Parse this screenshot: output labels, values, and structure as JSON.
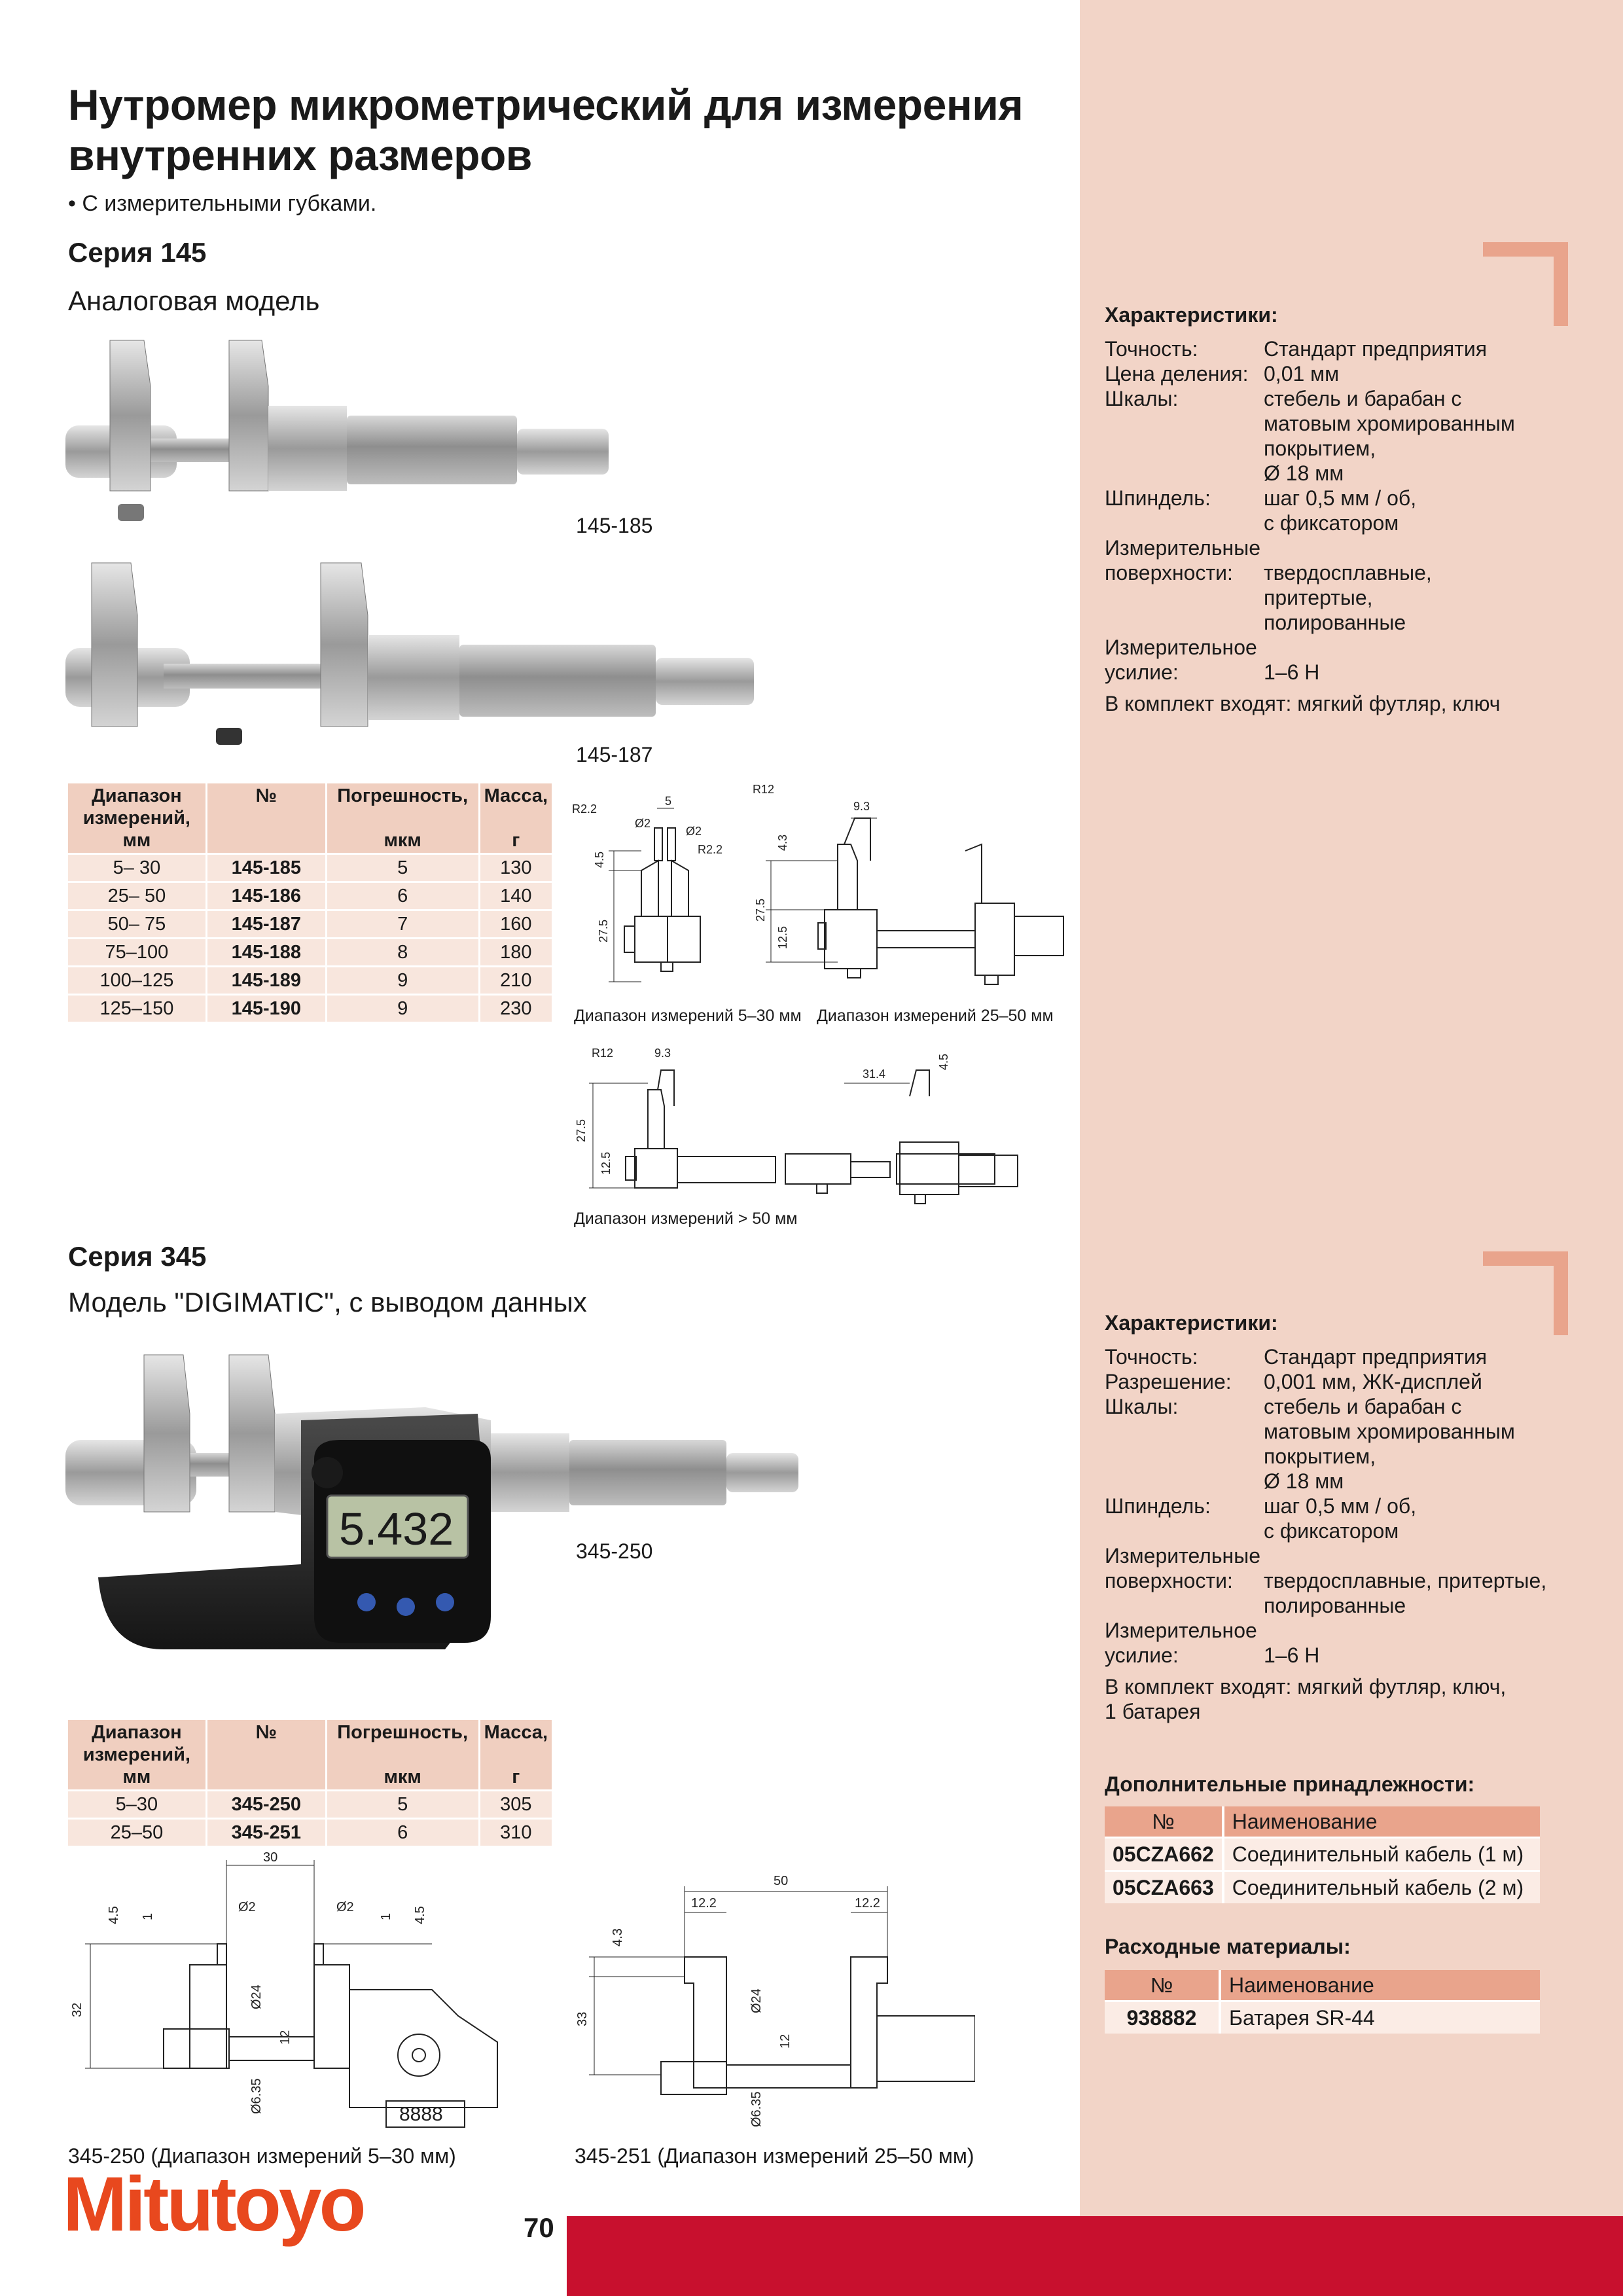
{
  "title": "Нутромер микрометрический для измерения внутренних размеров",
  "bullet": "• С измерительными губками.",
  "s145": {
    "series": "Серия 145",
    "model": "Аналоговая модель",
    "img1": "145-185",
    "img2": "145-187",
    "table": {
      "headers": [
        "Диапазон измерений, мм",
        "№",
        "Погрешность,",
        "Масса,"
      ],
      "units": [
        "",
        "",
        "мкм",
        "г"
      ],
      "rows": [
        [
          "5– 30",
          "145-185",
          "5",
          "130"
        ],
        [
          "25– 50",
          "145-186",
          "6",
          "140"
        ],
        [
          "50– 75",
          "145-187",
          "7",
          "160"
        ],
        [
          "75–100",
          "145-188",
          "8",
          "180"
        ],
        [
          "100–125",
          "145-189",
          "9",
          "210"
        ],
        [
          "125–150",
          "145-190",
          "9",
          "230"
        ]
      ]
    },
    "drawings": {
      "d1": {
        "caption": "Диапазон измерений 5–30 мм",
        "labels": [
          "R2.2",
          "5",
          "Ø2",
          "Ø2",
          "R2.2",
          "4.5",
          "27.5"
        ]
      },
      "d2": {
        "caption": "Диапазон измерений 25–50 мм",
        "labels": [
          "R12",
          "9.3",
          "4.3",
          "27.5",
          "12.5"
        ]
      },
      "d3": {
        "caption": "Диапазон измерений > 50 мм",
        "labels": [
          "R12",
          "9.3",
          "27.5",
          "12.5",
          "31.4",
          "4.5"
        ]
      }
    },
    "specs": {
      "title": "Характеристики:",
      "rows": [
        {
          "k": "Точность:",
          "v": [
            "Стандарт предприятия"
          ]
        },
        {
          "k": "Цена деления:",
          "v": [
            "0,01 мм"
          ]
        },
        {
          "k": "Шкалы:",
          "v": [
            "стебель и барабан с",
            "матовым хромированным",
            "покрытием,",
            "Ø 18 мм"
          ]
        },
        {
          "k": "Шпиндель:",
          "v": [
            "шаг 0,5 мм / об,",
            "с фиксатором"
          ]
        },
        {
          "k": "Измерительные",
          "v": [
            ""
          ]
        },
        {
          "k": "поверхности:",
          "v": [
            "твердосплавные,",
            "притертые,",
            "полированные"
          ]
        },
        {
          "k": "Измерительное",
          "v": [
            ""
          ]
        },
        {
          "k": "усилие:",
          "v": [
            "1–6 Н"
          ]
        }
      ],
      "kit": "В комплект входят: мягкий футляр, ключ"
    }
  },
  "s345": {
    "series": "Серия 345",
    "model": "Модель \"DIGIMATIC\", с выводом данных",
    "img": "345-250",
    "display": "5.432",
    "table": {
      "headers": [
        "Диапазон измерений, мм",
        "№",
        "Погрешность,",
        "Масса,"
      ],
      "units": [
        "",
        "",
        "мкм",
        "г"
      ],
      "rows": [
        [
          "5–30",
          "345-250",
          "5",
          "305"
        ],
        [
          "25–50",
          "345-251",
          "6",
          "310"
        ]
      ]
    },
    "drawings": {
      "d1": {
        "caption": "345-250 (Диапазон измерений 5–30 мм)",
        "labels": [
          "30",
          "Ø2",
          "Ø2",
          "4.5",
          "1",
          "1",
          "4.5",
          "32",
          "Ø24",
          "12",
          "Ø6.35",
          "8888"
        ]
      },
      "d2": {
        "caption": "345-251 (Диапазон измерений 25–50 мм)",
        "labels": [
          "50",
          "12.2",
          "12.2",
          "4.3",
          "33",
          "Ø24",
          "12",
          "Ø6.35"
        ]
      }
    },
    "specs": {
      "title": "Характеристики:",
      "rows": [
        {
          "k": "Точность:",
          "v": [
            "Стандарт предприятия"
          ]
        },
        {
          "k": "Разрешение:",
          "v": [
            "0,001 мм, ЖК-дисплей"
          ]
        },
        {
          "k": "Шкалы:",
          "v": [
            "стебель и барабан с",
            "матовым хромированным",
            "покрытием,",
            "Ø 18 мм"
          ]
        },
        {
          "k": "Шпиндель:",
          "v": [
            "шаг 0,5 мм / об,",
            "с фиксатором"
          ]
        },
        {
          "k": "Измерительные",
          "v": [
            ""
          ]
        },
        {
          "k": "поверхности:",
          "v": [
            "твердосплавные, притертые,",
            "полированные"
          ]
        },
        {
          "k": "Измерительное",
          "v": [
            ""
          ]
        },
        {
          "k": "усилие:",
          "v": [
            "1–6 Н"
          ]
        }
      ],
      "kit": [
        "В комплект входят: мягкий футляр, ключ,",
        "1 батарея"
      ]
    },
    "accessories": {
      "title": "Дополнительные принадлежности:",
      "headers": [
        "№",
        "Наименование"
      ],
      "rows": [
        [
          "05CZA662",
          "Соединительный кабель (1 м)"
        ],
        [
          "05CZA663",
          "Соединительный кабель (2 м)"
        ]
      ]
    },
    "consumables": {
      "title": "Расходные материалы:",
      "headers": [
        "№",
        "Наименование"
      ],
      "rows": [
        [
          "938882",
          "Батарея SR-44"
        ]
      ]
    }
  },
  "footer": {
    "logo": "Mitutoyo",
    "page": "70"
  },
  "colors": {
    "panel": "#f2d4c7",
    "accent": "#e9a48c",
    "brand": "#e8481e",
    "bar": "#c8102e"
  }
}
